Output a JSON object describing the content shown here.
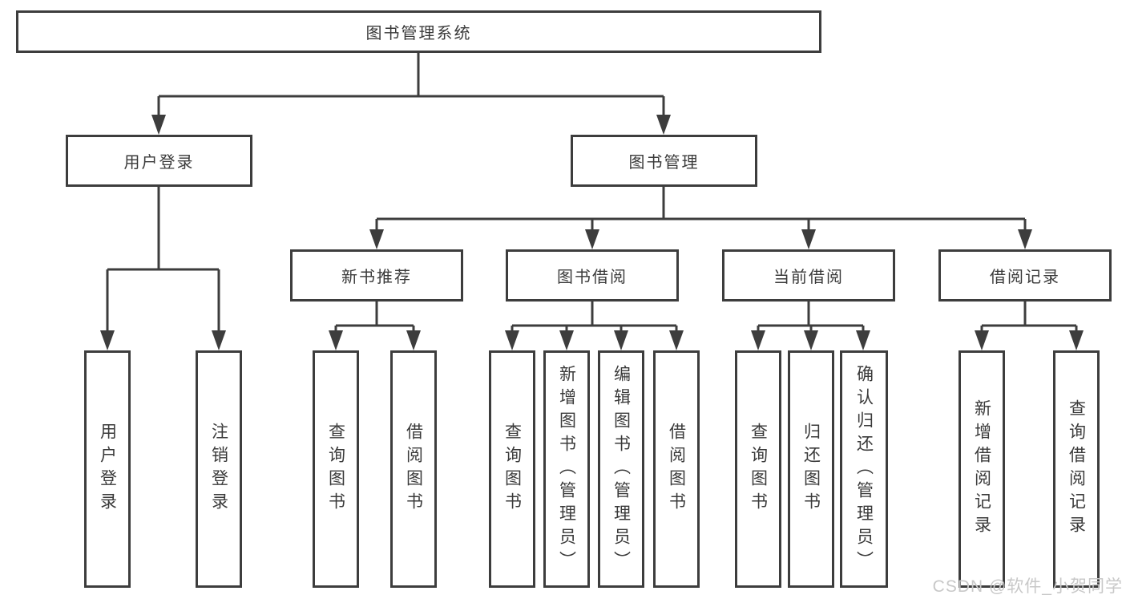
{
  "tree": {
    "root": {
      "label": "图书管理系统"
    },
    "branches": [
      {
        "label": "用户登录",
        "children": [
          {
            "label": "用户登录"
          },
          {
            "label": "注销登录"
          }
        ]
      },
      {
        "label": "图书管理",
        "groups": [
          {
            "label": "新书推荐",
            "children": [
              {
                "label": "查询图书"
              },
              {
                "label": "借阅图书"
              }
            ]
          },
          {
            "label": "图书借阅",
            "children": [
              {
                "label": "查询图书"
              },
              {
                "label": "新增图书（管理员）"
              },
              {
                "label": "编辑图书（管理员）"
              },
              {
                "label": "借阅图书"
              }
            ]
          },
          {
            "label": "当前借阅",
            "children": [
              {
                "label": "查询图书"
              },
              {
                "label": "归还图书"
              },
              {
                "label": "确认归还（管理员）"
              }
            ]
          },
          {
            "label": "借阅记录",
            "children": [
              {
                "label": "新增借阅记录"
              },
              {
                "label": "查询借阅记录"
              }
            ]
          }
        ]
      }
    ]
  },
  "watermark": "CSDN @软件_小贺同学",
  "colors": {
    "line": "#3d3d3d",
    "text": "#3a3a3a",
    "watermark": "#c8c8c8",
    "background": "#ffffff"
  }
}
